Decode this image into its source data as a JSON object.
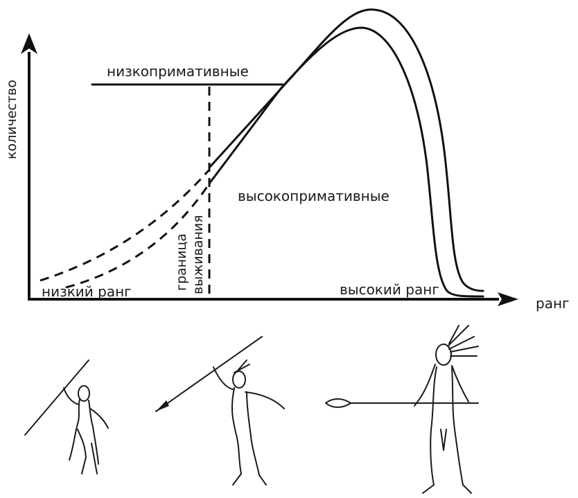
{
  "diagram": {
    "labels": {
      "y_axis": "количество",
      "x_axis": "ранг",
      "low_primative": "низкопримативные",
      "high_primative": "высокопримативные",
      "survival_line_1": "граница",
      "survival_line_2": "выживания",
      "low_rank": "низкий ранг",
      "high_rank": "высокий ранг"
    },
    "figures": [
      "low-rank-warrior",
      "middle-rank-warrior",
      "high-rank-chief"
    ]
  }
}
